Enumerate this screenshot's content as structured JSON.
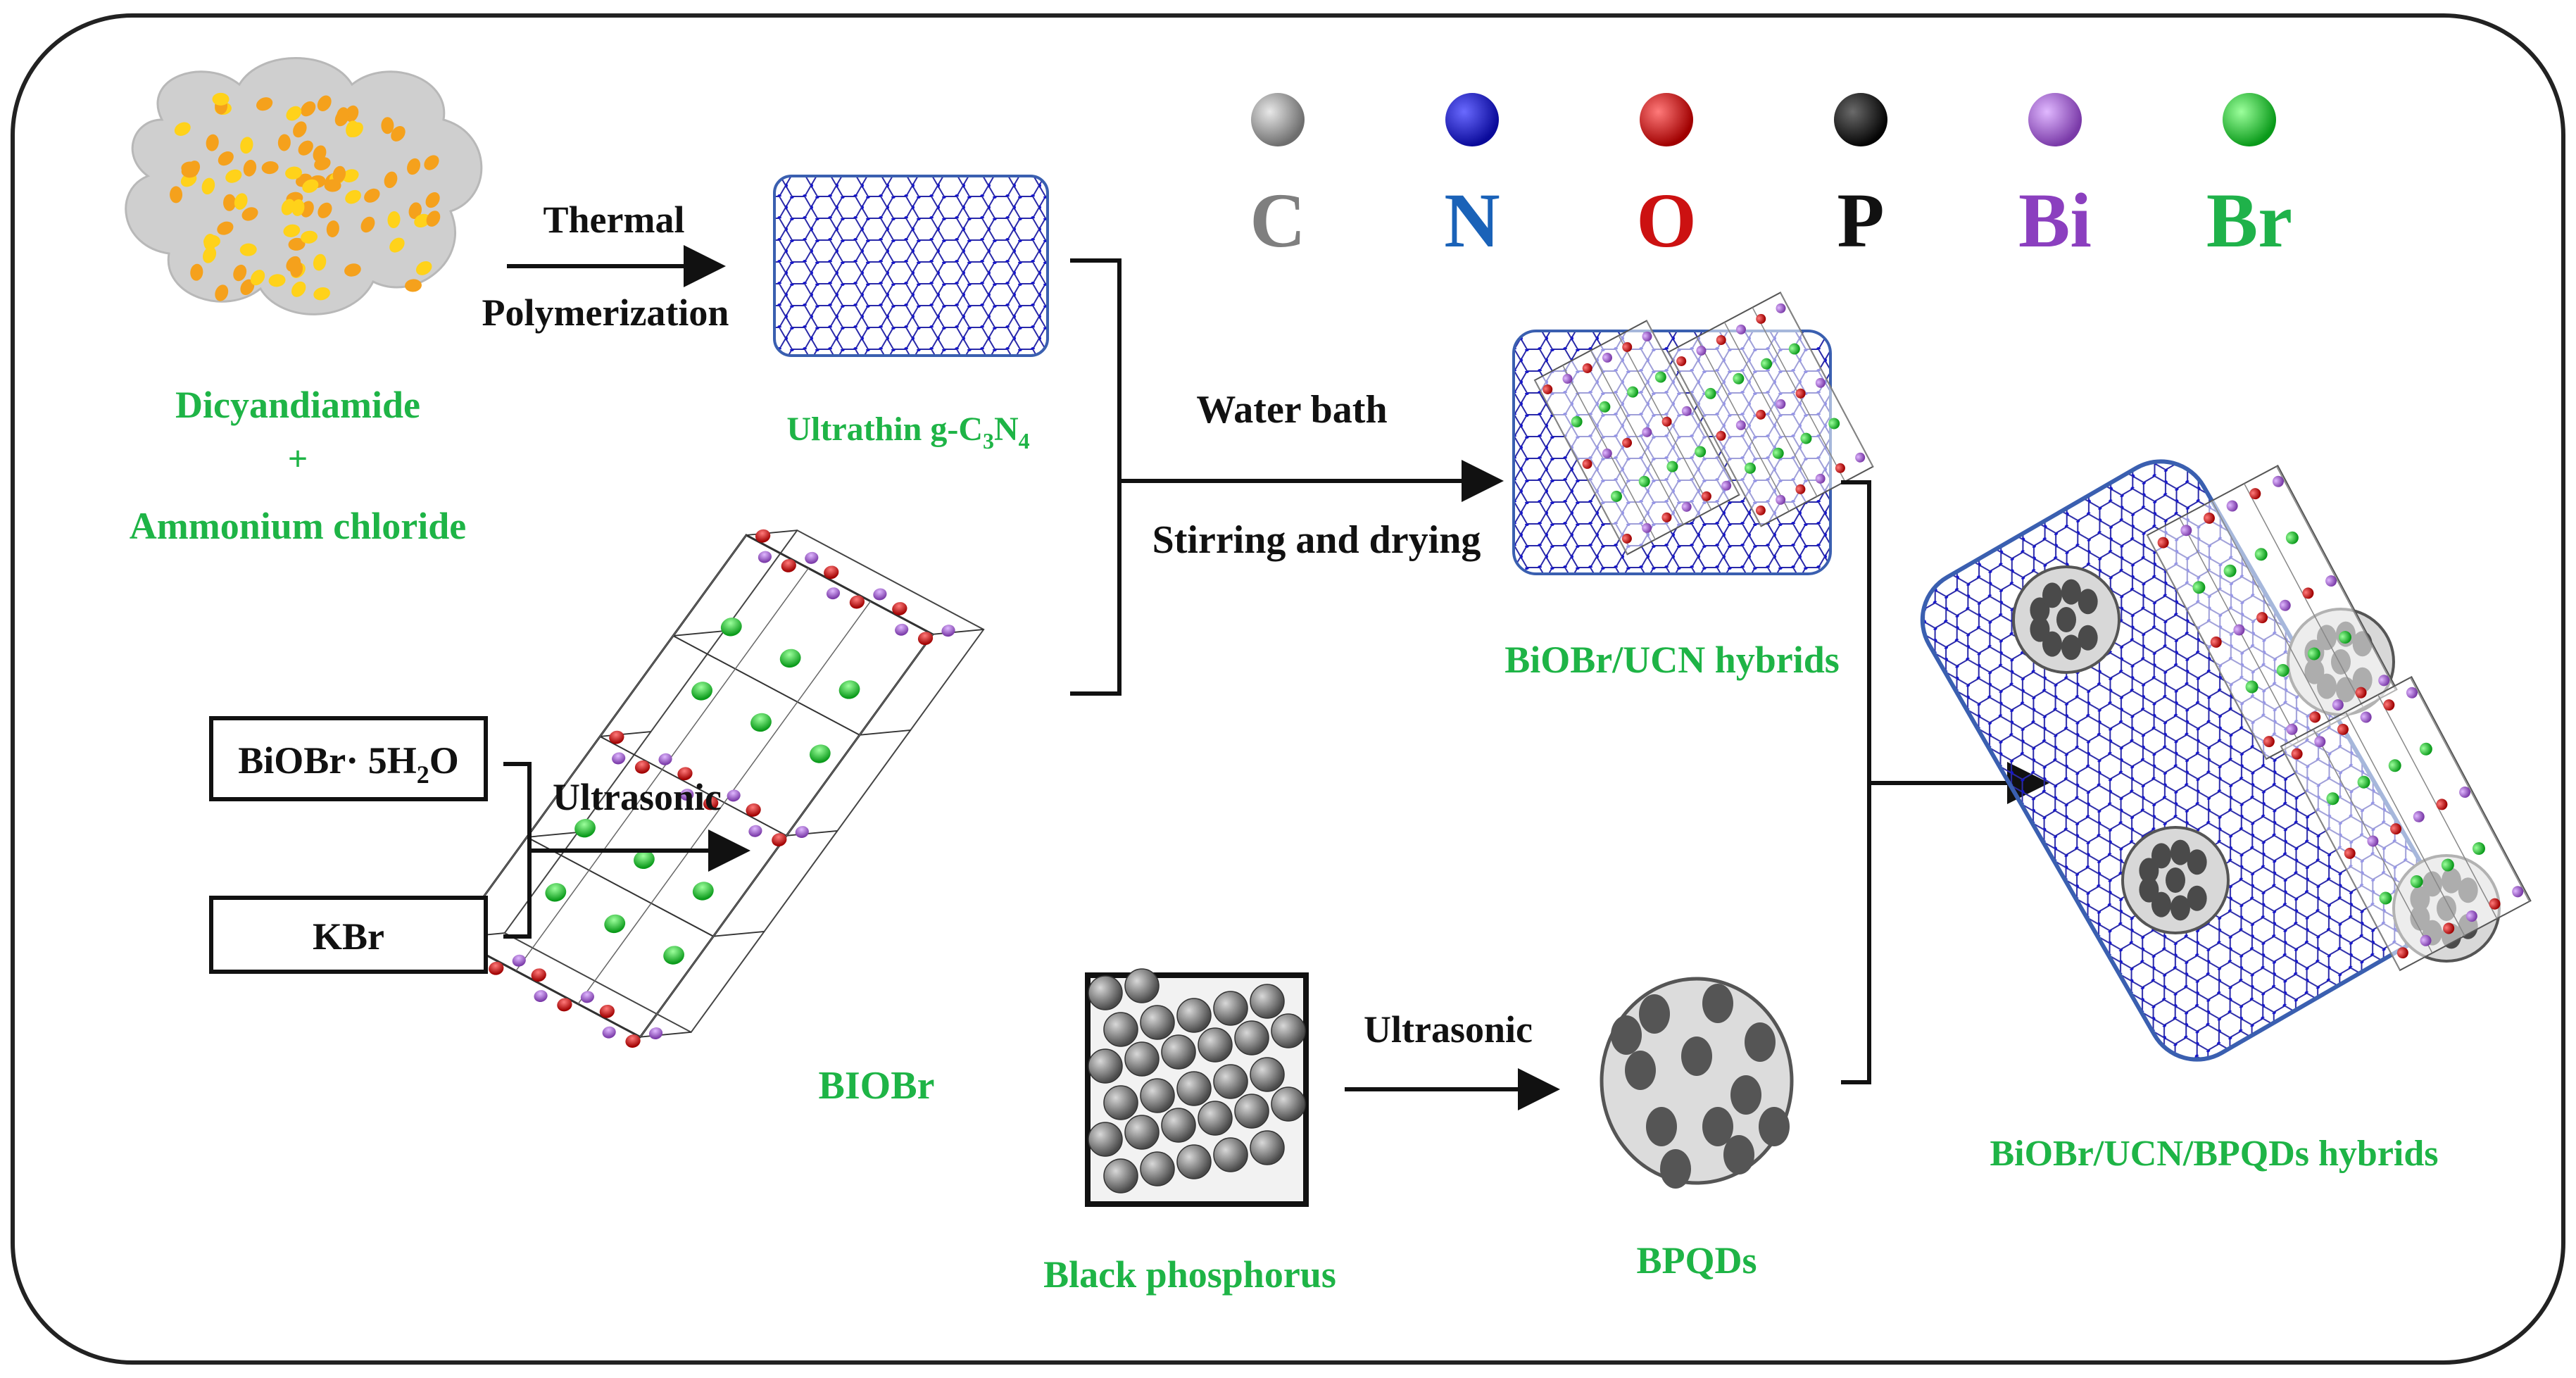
{
  "legend": [
    {
      "symbol": "C",
      "color": "#7f7f7f"
    },
    {
      "symbol": "N",
      "color": "#1a62b8"
    },
    {
      "symbol": "O",
      "color": "#cc1111"
    },
    {
      "symbol": "P",
      "color": "#111111"
    },
    {
      "symbol": "Bi",
      "color": "#8b3fbf"
    },
    {
      "symbol": "Br",
      "color": "#1fb24a"
    }
  ],
  "ball_colors": {
    "C": "#8a8a8a",
    "N": "#1515cc",
    "O": "#dd1111",
    "P": "#1a1a1a",
    "Bi": "#a066c8",
    "Br": "#22c43a"
  },
  "labels": {
    "precursor_line1": "Dicyandiamide",
    "precursor_plus": "+",
    "precursor_line2": "Ammonium chloride",
    "thermal": "Thermal",
    "polymerization": "Polymerization",
    "ucn_prefix": "Ultrathin g-C",
    "ucn_sub1": "3",
    "ucn_mid": "N",
    "ucn_sub2": "4",
    "water_bath": "Water bath",
    "stirring": "Stirring and drying",
    "biobr_ucn": "BiOBr/UCN hybrids",
    "reagent1_prefix": "BiOBr· 5H",
    "reagent1_sub": "2",
    "reagent1_suffix": "O",
    "reagent2": "KBr",
    "ultrasonic_1": "Ultrasonic",
    "biobr": "BIOBr",
    "black_p": "Black phosphorus",
    "ultrasonic_2": "Ultrasonic",
    "bpqds": "BPQDs",
    "final": "BiOBr/UCN/BPQDs hybrids"
  },
  "colors": {
    "green_text": "#1eb446",
    "border": "#222222",
    "box_blue": "#3a5fb0"
  }
}
